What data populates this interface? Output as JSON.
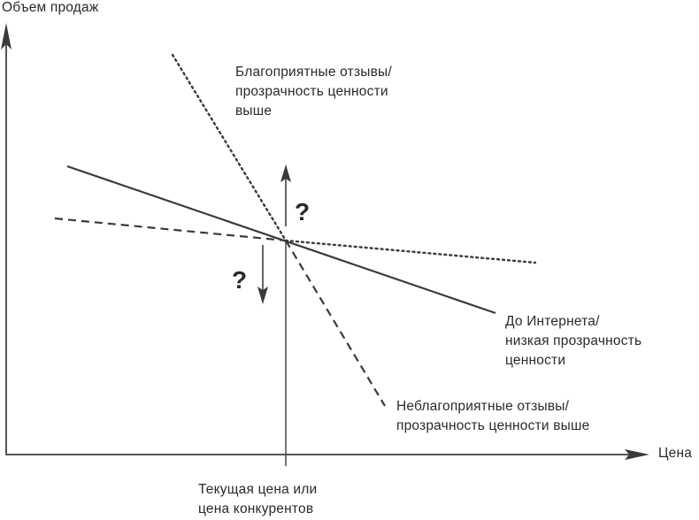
{
  "diagram": {
    "y_axis_label": "Объем продаж",
    "x_axis_label": "Цена",
    "current_price_label": [
      "Текущая цена или",
      "цена конкурентов"
    ],
    "lines": [
      {
        "id": "before-internet",
        "style": "solid",
        "label": [
          "До Интернета/",
          "низкая прозрачность",
          "ценности"
        ]
      },
      {
        "id": "favorable-reviews",
        "style": "dotted",
        "label": [
          "Благоприятные отзывы/",
          "прозрачность ценности",
          "выше"
        ]
      },
      {
        "id": "unfavorable-reviews",
        "style": "dashed",
        "label": [
          "Неблагоприятные отзывы/",
          "прозрачность ценности выше"
        ]
      }
    ],
    "question_up": "?",
    "question_down": "?",
    "colors": {
      "line": "#3a3a3a",
      "axis": "#555555",
      "text": "#2a2a2a"
    }
  }
}
